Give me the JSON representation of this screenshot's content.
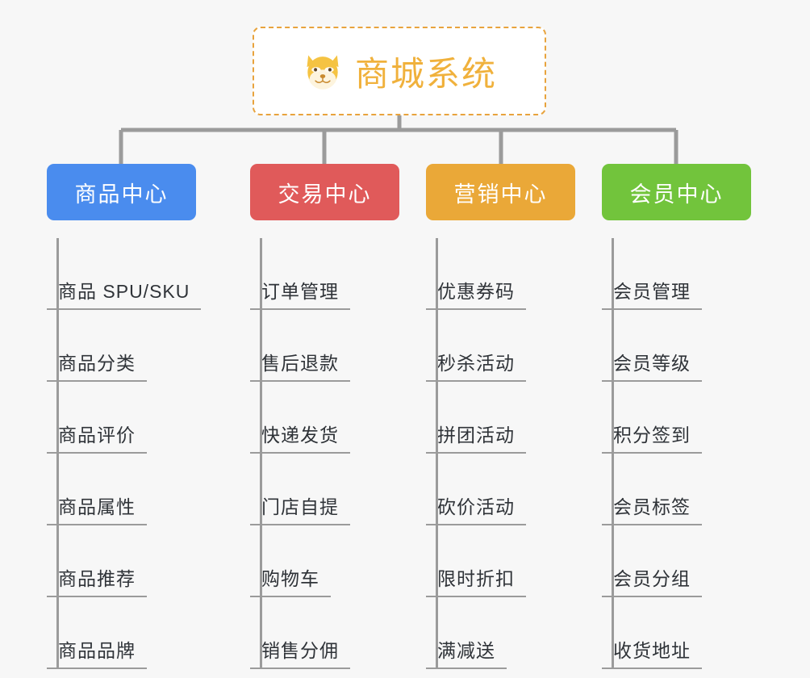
{
  "diagram": {
    "type": "org-tree",
    "background_color": "#f7f7f7",
    "root": {
      "title": "商城系统",
      "emoji": "🐕",
      "emoji_name": "shiba-inu-dog-face",
      "text_color": "#f0b13c",
      "border_color": "#e8a33d",
      "background_color": "#ffffff"
    },
    "connector_color": "#9b9b9b",
    "leaf_text_color": "#2f3338",
    "leaf_underline_color": "#9b9b9b",
    "columns": [
      {
        "id": "product-center",
        "label": "商品中心",
        "color": "#4a8cee",
        "items": [
          "商品 SPU/SKU",
          "商品分类",
          "商品评价",
          "商品属性",
          "商品推荐",
          "商品品牌"
        ]
      },
      {
        "id": "trade-center",
        "label": "交易中心",
        "color": "#e05a5a",
        "items": [
          "订单管理",
          "售后退款",
          "快递发货",
          "门店自提",
          "购物车",
          "销售分佣"
        ]
      },
      {
        "id": "marketing-center",
        "label": "营销中心",
        "color": "#eaa838",
        "items": [
          "优惠券码",
          "秒杀活动",
          "拼团活动",
          "砍价活动",
          "限时折扣",
          "满减送"
        ]
      },
      {
        "id": "member-center",
        "label": "会员中心",
        "color": "#72c43c",
        "items": [
          "会员管理",
          "会员等级",
          "积分签到",
          "会员标签",
          "会员分组",
          "收货地址"
        ]
      }
    ]
  }
}
